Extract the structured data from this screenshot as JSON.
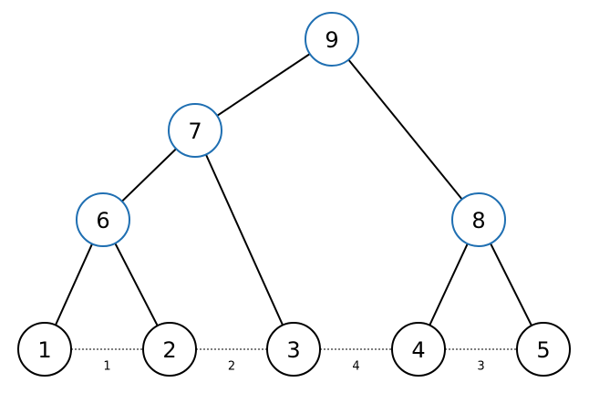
{
  "colors": {
    "internal_stroke": "#1f6fb2",
    "leaf_stroke": "#000000",
    "edge": "#000000",
    "dotted": "#555555"
  },
  "nodes": [
    {
      "id": "9",
      "label": "9",
      "kind": "internal"
    },
    {
      "id": "7",
      "label": "7",
      "kind": "internal"
    },
    {
      "id": "8",
      "label": "8",
      "kind": "internal"
    },
    {
      "id": "6",
      "label": "6",
      "kind": "internal"
    },
    {
      "id": "1",
      "label": "1",
      "kind": "leaf"
    },
    {
      "id": "2",
      "label": "2",
      "kind": "leaf"
    },
    {
      "id": "3",
      "label": "3",
      "kind": "leaf"
    },
    {
      "id": "4",
      "label": "4",
      "kind": "leaf"
    },
    {
      "id": "5",
      "label": "5",
      "kind": "leaf"
    }
  ],
  "edges": [
    {
      "from": "9",
      "to": "7"
    },
    {
      "from": "9",
      "to": "8"
    },
    {
      "from": "7",
      "to": "6"
    },
    {
      "from": "7",
      "to": "3"
    },
    {
      "from": "6",
      "to": "1"
    },
    {
      "from": "6",
      "to": "2"
    },
    {
      "from": "8",
      "to": "4"
    },
    {
      "from": "8",
      "to": "5"
    }
  ],
  "leaf_links": [
    {
      "from": "1",
      "to": "2",
      "label": "1"
    },
    {
      "from": "2",
      "to": "3",
      "label": "2"
    },
    {
      "from": "3",
      "to": "4",
      "label": "4"
    },
    {
      "from": "4",
      "to": "5",
      "label": "3"
    }
  ]
}
